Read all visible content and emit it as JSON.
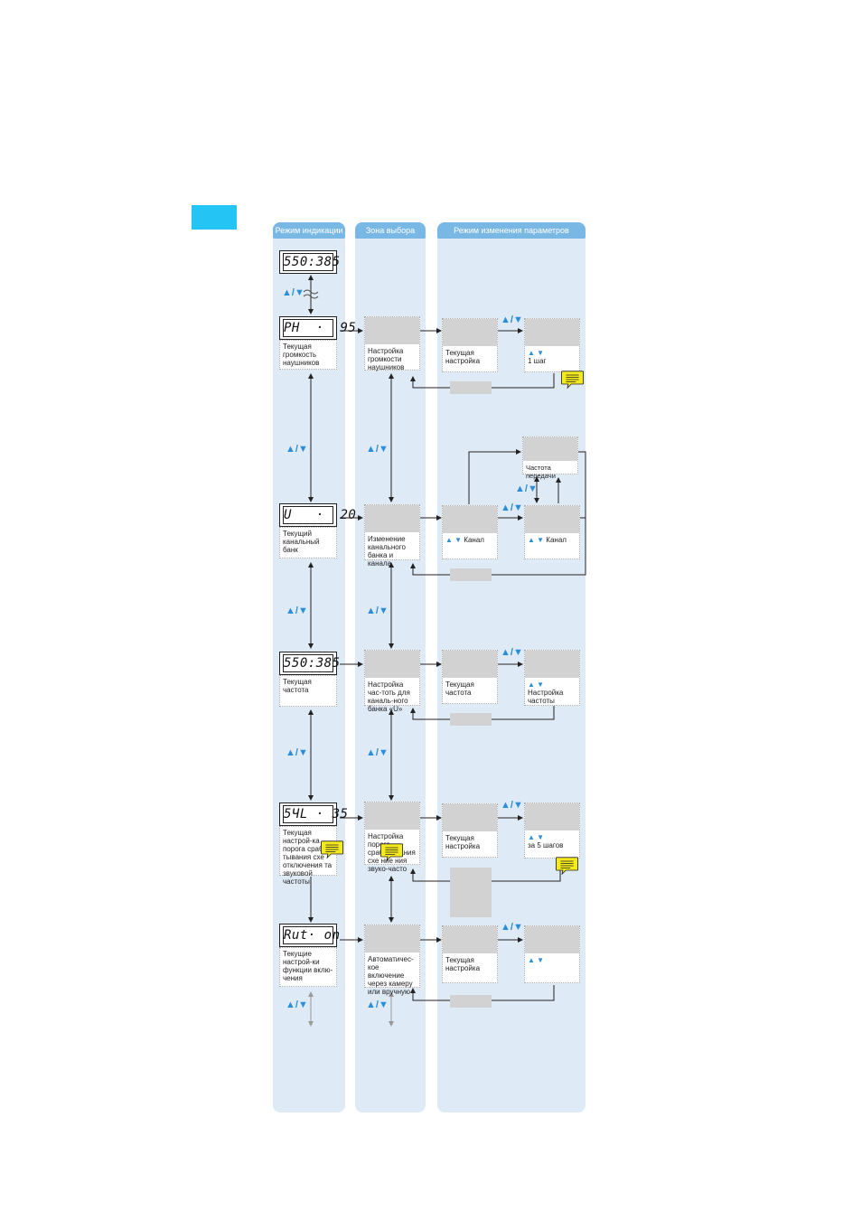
{
  "columns": {
    "indication": "Режим индикации",
    "selection": "Зона выбора",
    "parameters": "Режим изменения параметров"
  },
  "updown_symbol": "▲/▼",
  "rows": [
    {
      "lcd": "550:385",
      "desc": ""
    },
    {
      "lcd": "PH  ·  95",
      "desc": "Текущая громкость наушников",
      "select": "Настройка громкости наушников",
      "current": "Текущая настройка",
      "change": "1 шаг"
    },
    {
      "lcd": "U   ·  20",
      "desc": "Текущий канальный банк",
      "select": "Изменение канального банка и канала",
      "current": "Канал",
      "change": "Канал",
      "extra": "Частота передачи"
    },
    {
      "lcd": "550:385",
      "desc": "Текущая частота",
      "select": "Настройка час-тоть для каналь-ного банка «U»",
      "current": "Текущая частота",
      "change": "Настройка частоты"
    },
    {
      "lcd": "5ЧL · 35",
      "desc": "Текущая настрой-ка порога сраб-тывания схе отключения та звуковой частоты",
      "select": "Настройка порога срабатывания схе ние ния звуко-часто",
      "current": "Текущая настройка",
      "change": "за 5 шагов"
    },
    {
      "lcd": "Rut· on",
      "desc": "Текущие настрой-ки функции вклю-чения",
      "select": "Автоматичес-кое включение через камеру или вручную",
      "current": "Текущая настройка",
      "change": ""
    }
  ],
  "colors": {
    "tab": "#24c4f5",
    "column_bg": "#dfeaf7",
    "column_head": "#79b7e5",
    "arrow_blue": "#2a8ed8",
    "bubble": "#f4ea1e"
  }
}
